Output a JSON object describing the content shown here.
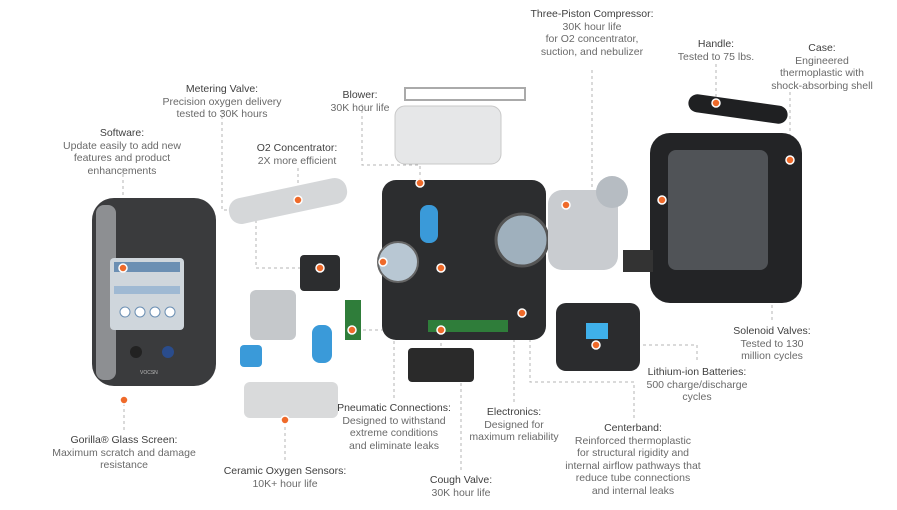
{
  "accent_color": "#ef6a2a",
  "labels": {
    "compressor": {
      "title": "Three-Piston Compressor:",
      "lines": [
        "30K hour life",
        "for O2 concentrator,",
        "suction, and nebulizer"
      ]
    },
    "handle": {
      "title": "Handle:",
      "lines": [
        "Tested to 75 lbs."
      ]
    },
    "case": {
      "title": "Case:",
      "lines": [
        "Engineered",
        "thermoplastic with",
        "shock-absorbing shell"
      ]
    },
    "metering_valve": {
      "title": "Metering Valve:",
      "lines": [
        "Precision oxygen delivery",
        "tested to 30K hours"
      ]
    },
    "blower": {
      "title": "Blower:",
      "lines": [
        "30K hour life"
      ]
    },
    "software": {
      "title": "Software:",
      "lines": [
        "Update easily to add new",
        "features and product",
        "enhancements"
      ]
    },
    "o2_concentrator": {
      "title": "O2 Concentrator:",
      "lines": [
        "2X more efficient"
      ]
    },
    "solenoid_valves": {
      "title": "Solenoid Valves:",
      "lines": [
        "Tested to 130",
        "million cycles"
      ]
    },
    "batteries": {
      "title": "Lithium-ion Batteries:",
      "lines": [
        "500 charge/discharge",
        "cycles"
      ]
    },
    "pneumatic": {
      "title": "Pneumatic Connections:",
      "lines": [
        "Designed to withstand",
        "extreme conditions",
        "and eliminate leaks"
      ]
    },
    "electronics": {
      "title": "Electronics:",
      "lines": [
        "Designed for",
        "maximum reliability"
      ]
    },
    "centerband": {
      "title": "Centerband:",
      "lines": [
        "Reinforced thermoplastic",
        "for structural rigidity and",
        "internal airflow pathways that",
        "reduce tube connections",
        "and internal leaks"
      ]
    },
    "glass": {
      "title": "Gorilla® Glass Screen:",
      "lines": [
        "Maximum scratch and damage",
        "resistance"
      ]
    },
    "sensors": {
      "title": "Ceramic Oxygen Sensors:",
      "lines": [
        "10K+ hour life"
      ]
    },
    "cough_valve": {
      "title": "Cough Valve:",
      "lines": [
        "30K hour life"
      ]
    }
  },
  "device_brand": "VOCSN"
}
